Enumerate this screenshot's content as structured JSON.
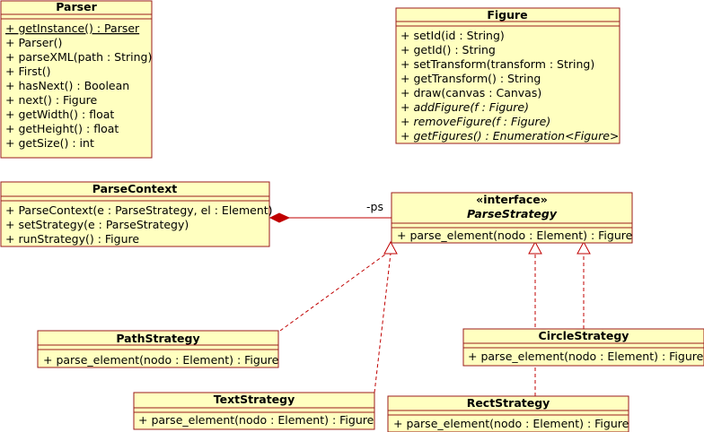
{
  "colors": {
    "class_fill": "#ffffc0",
    "class_border": "#9b1b1b",
    "relation": "#c00000",
    "text": "#000000"
  },
  "classes": {
    "parser": {
      "name": "Parser",
      "operations": [
        "+ getInstance() : Parser",
        "+ Parser()",
        "+ parseXML(path : String)",
        "+ First()",
        "+ hasNext() : Boolean",
        "+ next() : Figure",
        "+ getWidth() : float",
        "+ getHeight() : float",
        "+ getSize() : int"
      ]
    },
    "figure": {
      "name": "Figure",
      "operations": [
        "+ setId(id : String)",
        "+ getId() : String",
        "+ setTransform(transform : String)",
        "+ getTransform() : String",
        "+ draw(canvas : Canvas)",
        "+ addFigure(f : Figure)",
        "+ removeFigure(f : Figure)",
        "+ getFigures() : Enumeration<Figure>"
      ]
    },
    "parse_context": {
      "name": "ParseContext",
      "operations": [
        "+ ParseContext(e : ParseStrategy, el : Element)",
        "+ setStrategy(e : ParseStrategy)",
        "+ runStrategy() : Figure"
      ]
    },
    "parse_strategy": {
      "stereotype": "«interface»",
      "name": "ParseStrategy",
      "operations": [
        "+ parse_element(nodo : Element) : Figure"
      ]
    },
    "path_strategy": {
      "name": "PathStrategy",
      "operations": [
        "+ parse_element(nodo : Element) : Figure"
      ]
    },
    "text_strategy": {
      "name": "TextStrategy",
      "operations": [
        "+ parse_element(nodo : Element) : Figure"
      ]
    },
    "circle_strategy": {
      "name": "CircleStrategy",
      "operations": [
        "+ parse_element(nodo : Element) : Figure"
      ]
    },
    "rect_strategy": {
      "name": "RectStrategy",
      "operations": [
        "+ parse_element(nodo : Element) : Figure"
      ]
    }
  },
  "relations": {
    "context_strategy_role": "-ps"
  }
}
